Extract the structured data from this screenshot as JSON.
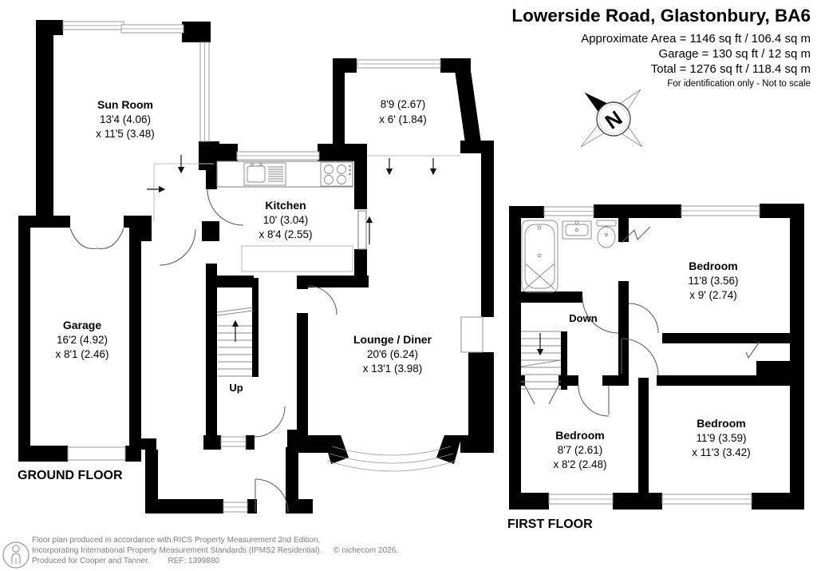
{
  "header": {
    "title": "Lowerside Road, Glastonbury, BA6",
    "area_line1": "Approximate Area = 1146 sq ft / 106.4 sq m",
    "area_line2": "Garage = 130 sq ft / 12 sq m",
    "area_line3": "Total = 1276 sq ft / 118.4 sq m",
    "disclaimer": "For identification only - Not to scale"
  },
  "compass": {
    "north_label": "N"
  },
  "ground_floor": {
    "floor_label": "GROUND FLOOR",
    "stairs_label": "Up",
    "rooms": {
      "sun_room": {
        "name": "Sun Room",
        "dim_line1": "13'4 (4.06)",
        "dim_line2": "x 11'5 (3.48)"
      },
      "kitchen": {
        "name": "Kitchen",
        "dim_line1": "10' (3.04)",
        "dim_line2": "x 8'4 (2.55)"
      },
      "front_room": {
        "dim_line1": "8'9 (2.67)",
        "dim_line2": "x 6' (1.84)"
      },
      "lounge_diner": {
        "name": "Lounge / Diner",
        "dim_line1": "20'6 (6.24)",
        "dim_line2": "x 13'1 (3.98)"
      },
      "garage": {
        "name": "Garage",
        "dim_line1": "16'2 (4.92)",
        "dim_line2": "x 8'1 (2.46)"
      }
    }
  },
  "first_floor": {
    "floor_label": "FIRST FLOOR",
    "stairs_label": "Down",
    "rooms": {
      "bedroom_rear": {
        "name": "Bedroom",
        "dim_line1": "11'8 (3.56)",
        "dim_line2": "x 9' (2.74)"
      },
      "bedroom_front_left": {
        "name": "Bedroom",
        "dim_line1": "8'7 (2.61)",
        "dim_line2": "x 8'2 (2.48)"
      },
      "bedroom_front_right": {
        "name": "Bedroom",
        "dim_line1": "11'9 (3.59)",
        "dim_line2": "x 11'3 (3.42)"
      }
    }
  },
  "footer": {
    "line1": "Floor plan produced in accordance with RICS Property Measurement 2nd Edition,",
    "line2": "Incorporating International Property Measurement Standards (IPMS2 Residential).",
    "copyright": "© nichecom 2026.",
    "line3": "Produced for Cooper and Tanner.",
    "ref": "REF: 1399880"
  },
  "colors": {
    "wall": "#000000",
    "fixture_stroke": "#888888",
    "footer_text": "#7d7d7d"
  },
  "icons": [
    "compass-rose-icon",
    "person-icon",
    "bathtub-icon",
    "toilet-icon",
    "basin-icon",
    "sink-drainer-icon",
    "hob-icon"
  ]
}
